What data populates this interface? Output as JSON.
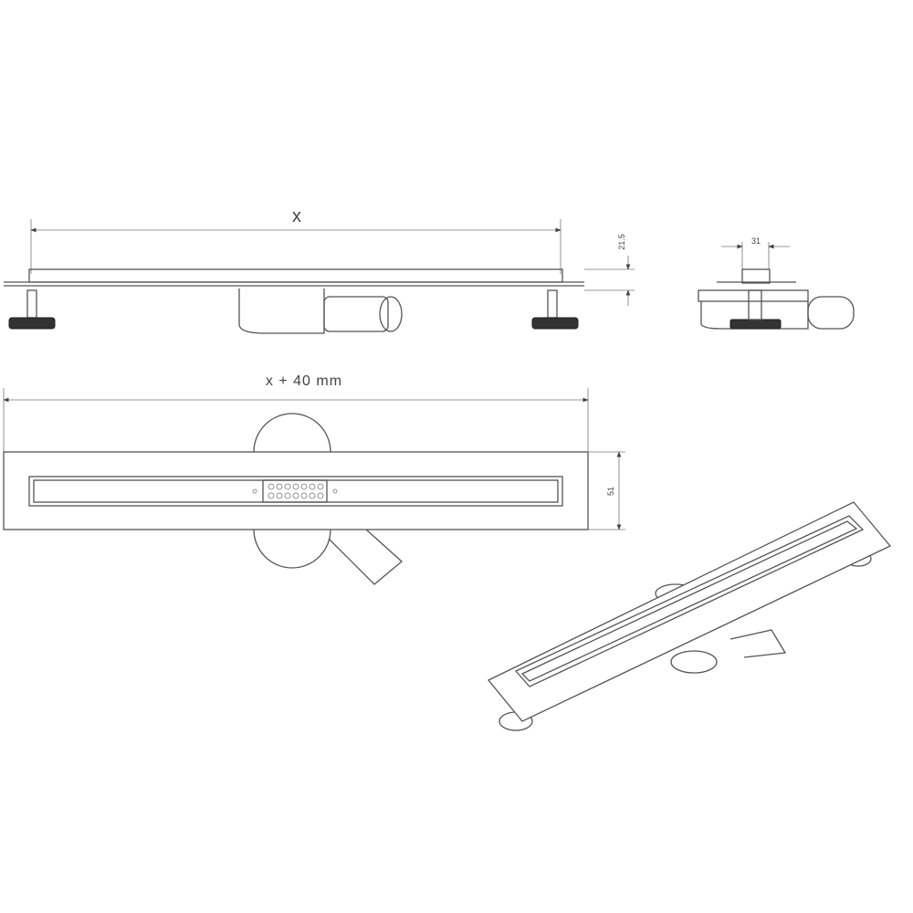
{
  "dimensions": {
    "length_label": "x",
    "overall_length_label": "x + 40 mm",
    "height_label": "21.5",
    "outlet_width_label": "31",
    "width_label": "51"
  },
  "colors": {
    "line": "#555555",
    "background": "#ffffff"
  }
}
